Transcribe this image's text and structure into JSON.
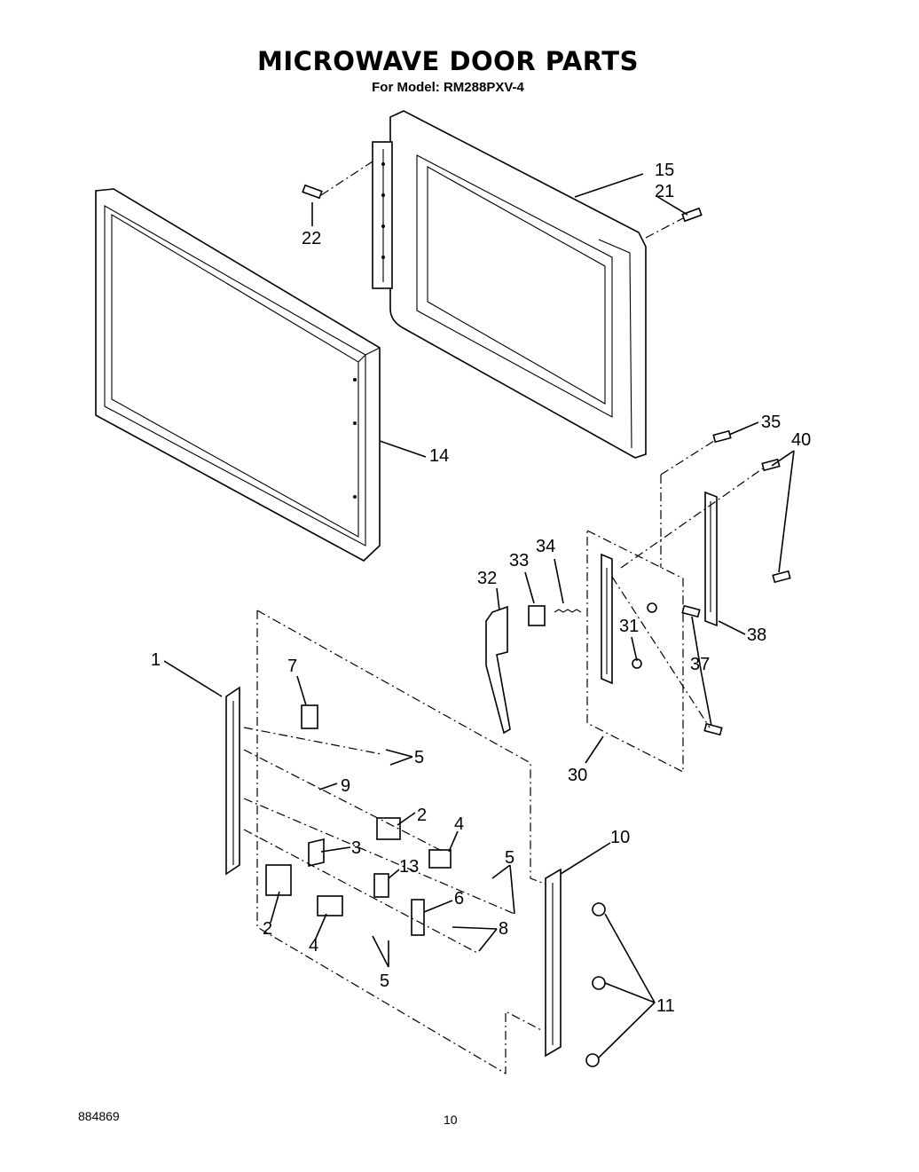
{
  "header": {
    "title": "MICROWAVE DOOR PARTS",
    "subtitle": "For Model: RM288PXV-4"
  },
  "footer": {
    "doc_number": "884869",
    "page_number": "10"
  },
  "callouts": [
    "1",
    "2",
    "2",
    "3",
    "4",
    "4",
    "5",
    "5",
    "5",
    "6",
    "7",
    "8",
    "9",
    "10",
    "11",
    "13",
    "14",
    "15",
    "21",
    "22",
    "30",
    "31",
    "32",
    "33",
    "34",
    "35",
    "37",
    "38",
    "40"
  ]
}
